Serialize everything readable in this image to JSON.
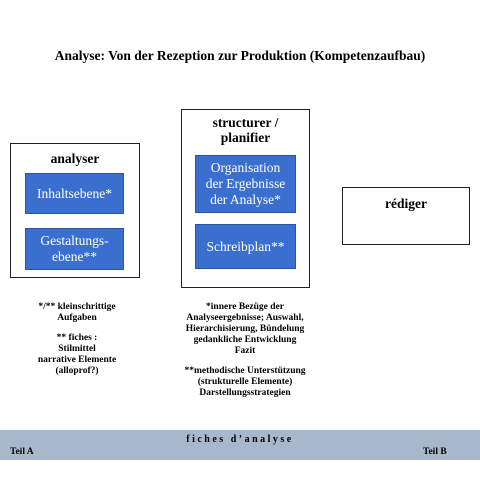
{
  "title": "Analyse: Von der Rezeption zur Produktion (Kompetenzaufbau)",
  "analyser": {
    "heading": "analyser",
    "box1": "Inhaltsebene*",
    "box2_line1": "Gestaltungs-",
    "box2_line2": "ebene**"
  },
  "structurer": {
    "heading_line1": "structurer /",
    "heading_line2": "planifier",
    "box1_line1": "Organisation",
    "box1_line2": "der Ergebnisse",
    "box1_line3": "der Analyse*",
    "box2": "Schreibplan**"
  },
  "rediger": {
    "heading": "rédiger"
  },
  "notes_left": {
    "line1": "*/** kleinschrittige",
    "line2": "Aufgaben",
    "line3": "** fiches :",
    "line4": "Stilmittel",
    "line5": "narrative Elemente",
    "line6": "(alloprof?)"
  },
  "notes_center": {
    "line1": "*innere Bezüge der",
    "line2": "Analyseergebnisse; Auswahl,",
    "line3": "Hierarchisierung, Bündelung",
    "line4": "gedankliche Entwicklung",
    "line5": "Fazit",
    "line6": "**methodische Unterstützung",
    "line7": "(strukturelle Elemente)",
    "line8": "Darstellungsstrategien"
  },
  "footer": {
    "label": "fiches d’analyse",
    "left": "Teil A",
    "right": "Teil B"
  },
  "colors": {
    "box_blue": "#3a6fd0",
    "bar": "#a8b8cc"
  }
}
